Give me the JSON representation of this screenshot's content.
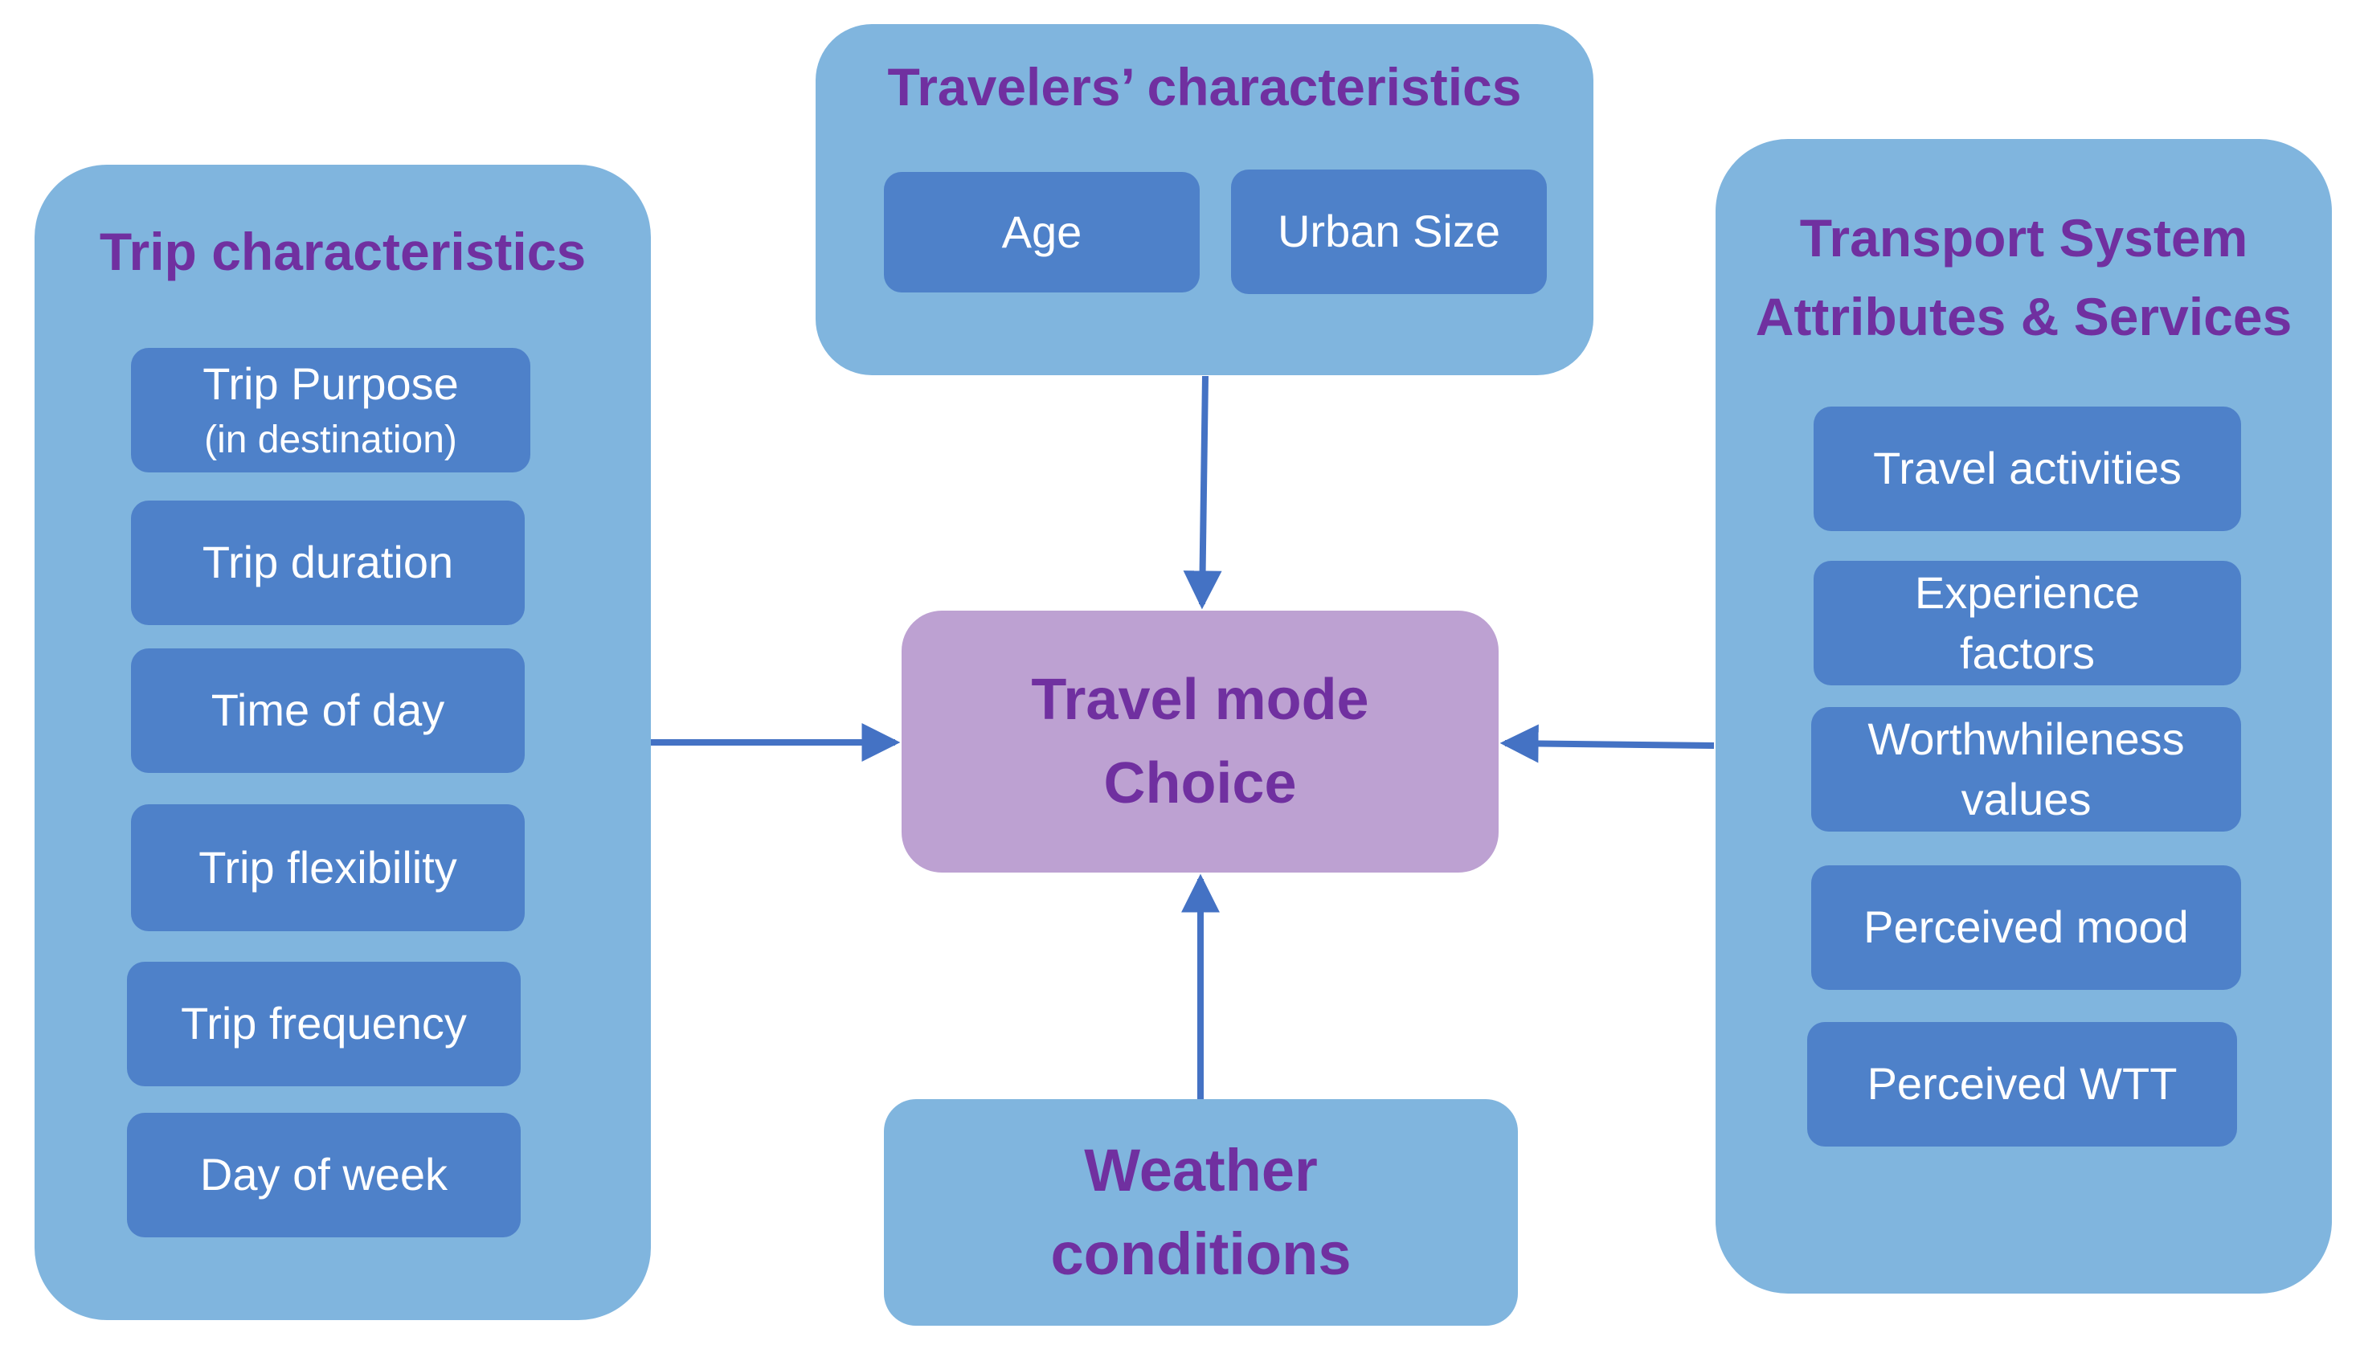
{
  "colors": {
    "group_fill": "#80b5de",
    "item_fill": "#4e81c9",
    "center_fill": "#bda1d2",
    "title_text": "#7030a0",
    "item_text": "#ffffff",
    "arrow": "#4472c4"
  },
  "travelers": {
    "title": "Travelers’ characteristics",
    "items": [
      "Age",
      "Urban Size"
    ]
  },
  "trip": {
    "title": "Trip characteristics",
    "purpose_main": "Trip Purpose",
    "purpose_sub": "(in destination)",
    "items": [
      "Trip duration",
      "Time of day",
      "Trip flexibility",
      "Trip frequency",
      "Day of week"
    ]
  },
  "transport": {
    "title_line1": "Transport System",
    "title_line2": "Attributes & Services",
    "items": [
      "Travel activities",
      "Experience\nfactors",
      "Worthwhileness\nvalues",
      "Perceived  mood",
      "Perceived  WTT"
    ]
  },
  "center": {
    "label": "Travel mode\nChoice"
  },
  "weather": {
    "label": "Weather\nconditions"
  }
}
